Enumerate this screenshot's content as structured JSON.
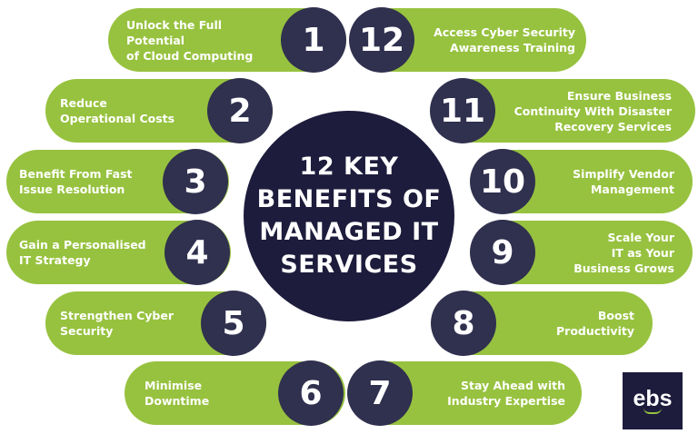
{
  "title": "12 KEY\nBENEFITS OF\nMANAGED IT\nSERVICES",
  "logo_text": "ebs",
  "colors": {
    "green": "#97c23f",
    "navy": "#1d1c3c",
    "number_circle": "#30304f"
  },
  "benefits": [
    {
      "number": "1",
      "label": "Unlock the Full\nPotential\nof Cloud Computing"
    },
    {
      "number": "2",
      "label": "Reduce\nOperational Costs"
    },
    {
      "number": "3",
      "label": "Benefit From Fast\nIssue Resolution"
    },
    {
      "number": "4",
      "label": "Gain a Personalised\nIT Strategy"
    },
    {
      "number": "5",
      "label": "Strengthen Cyber\nSecurity"
    },
    {
      "number": "6",
      "label": "Minimise\nDowntime"
    },
    {
      "number": "7",
      "label": "Stay Ahead with\nIndustry Expertise"
    },
    {
      "number": "8",
      "label": "Boost\nProductivity"
    },
    {
      "number": "9",
      "label": "Scale Your\nIT as Your\nBusiness Grows"
    },
    {
      "number": "10",
      "label": "Simplify Vendor\nManagement"
    },
    {
      "number": "11",
      "label": "Ensure Business\nContinuity With Disaster\nRecovery Services"
    },
    {
      "number": "12",
      "label": "Access Cyber Security\nAwareness Training"
    }
  ]
}
